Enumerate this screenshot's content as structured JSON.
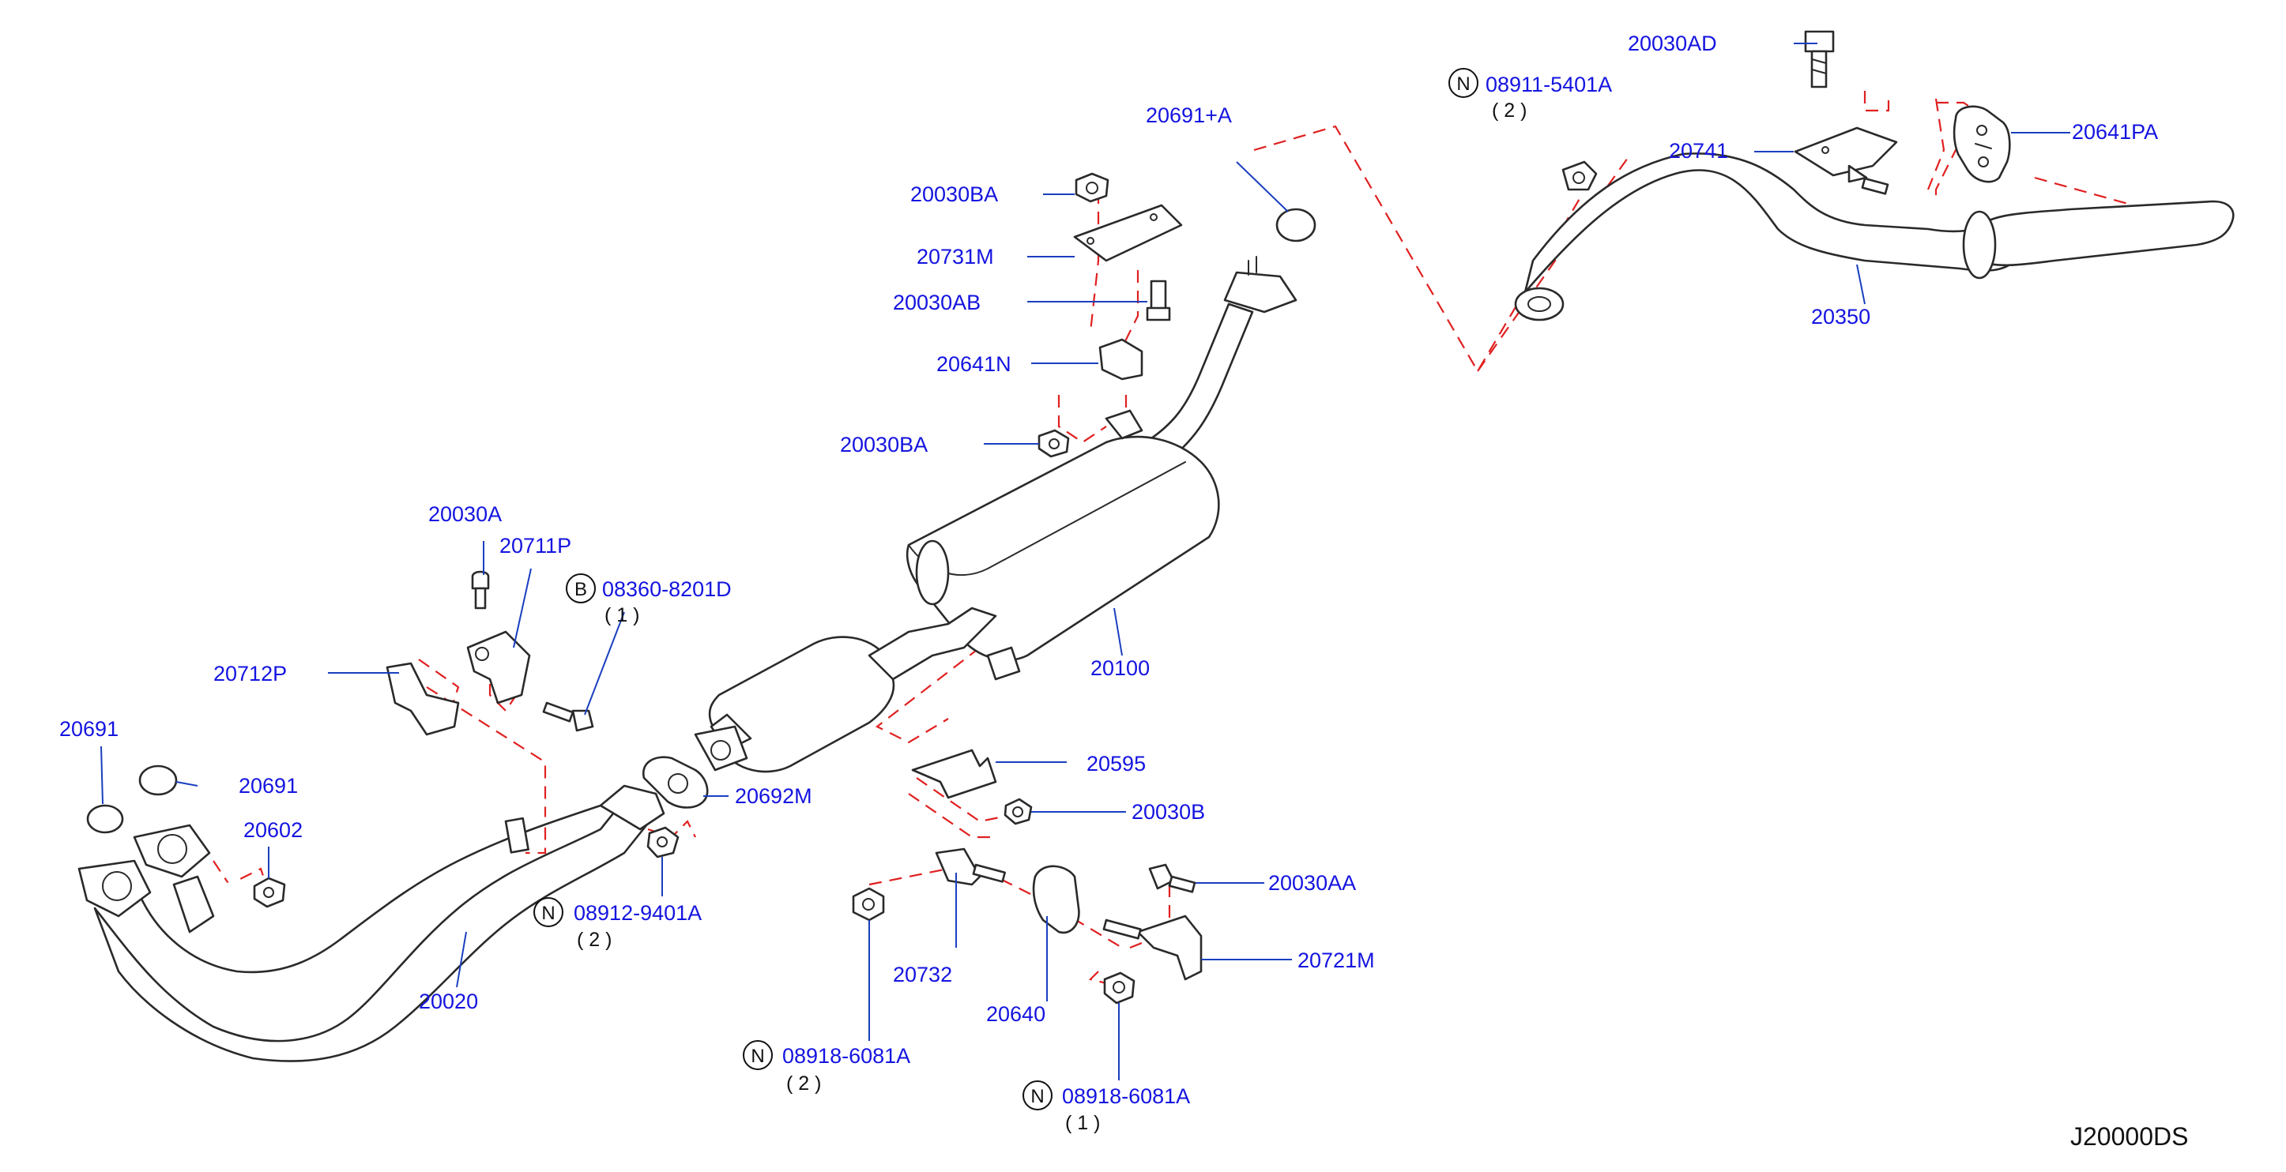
{
  "diagram_code": "J20000DS",
  "callouts": {
    "p20030AD": "20030AD",
    "p08911": "08911-5401A",
    "p08911_qty": "( 2 )",
    "p20691A": "20691+A",
    "p20741": "20741",
    "p20641PA": "20641PA",
    "p20030BA_top": "20030BA",
    "p20731M": "20731M",
    "p20030AB": "20030AB",
    "p20641N": "20641N",
    "p20030BA_low": "20030BA",
    "p20350": "20350",
    "p20030A": "20030A",
    "p20711P": "20711P",
    "p08360": "08360-8201D",
    "p08360_qty": "( 1 )",
    "p20712P": "20712P",
    "p20100": "20100",
    "p20691_a": "20691",
    "p20691_b": "20691",
    "p20602": "20602",
    "p20595": "20595",
    "p20692M": "20692M",
    "p20030B": "20030B",
    "p08912": "08912-9401A",
    "p08912_qty": "( 2 )",
    "p20030AA": "20030AA",
    "p20721M": "20721M",
    "p20020": "20020",
    "p20732": "20732",
    "p20640": "20640",
    "p08918_a": "08918-6081A",
    "p08918_a_qty": "( 2 )",
    "p08918_b": "08918-6081A",
    "p08918_b_qty": "( 1 )"
  },
  "marks": {
    "N": "N",
    "B": "B"
  },
  "colors": {
    "callout_text": "#1414e0",
    "leader_line": "#1a3fbf",
    "phantom_line": "#e02020",
    "part_outline": "#2a2a2a"
  }
}
